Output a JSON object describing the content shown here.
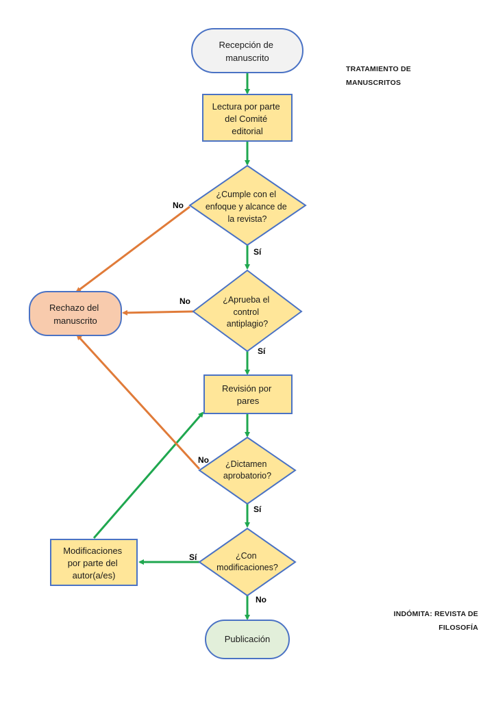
{
  "document_title": [
    "TRATAMIENTO DE",
    "MANUSCRITOS"
  ],
  "journal_name": [
    "INDÓMITA: REVISTA DE",
    "FILOSOFÍA"
  ],
  "colors": {
    "stroke": "#4a72c4",
    "start_fill": "#f2f2f2",
    "process_fill": "#ffe699",
    "reject_fill": "#f8cbad",
    "end_fill": "#e2efda",
    "yes_arrow": "#1fa74f",
    "no_arrow": "#e07b39"
  },
  "nodes": {
    "reception": [
      "Recepción de",
      "manuscrito"
    ],
    "committee_reading": [
      "Lectura por parte",
      "del Comité",
      "editorial"
    ],
    "scope_check": [
      "¿Cumple con el",
      "enfoque y alcance de",
      "la revista?"
    ],
    "antiplagiarism_check": [
      "¿Aprueba el",
      "control",
      "antiplagio?"
    ],
    "peer_review": [
      "Revisión por",
      "pares"
    ],
    "verdict_check": [
      "¿Dictamen",
      "aprobatorio?"
    ],
    "modifications_check": [
      "¿Con",
      "modificaciones?"
    ],
    "author_modifications": [
      "Modificaciones",
      "por parte del",
      "autor(a/es)"
    ],
    "rejection": [
      "Rechazo del",
      "manuscrito"
    ],
    "publication": [
      "Publicación"
    ]
  },
  "edge_labels": {
    "scope_no": "No",
    "scope_yes": "Sí",
    "plagiarism_no": "No",
    "plagiarism_yes": "Sí",
    "verdict_no": "No",
    "verdict_yes": "Sí",
    "modifications_yes": "Sí",
    "modifications_no": "No"
  }
}
